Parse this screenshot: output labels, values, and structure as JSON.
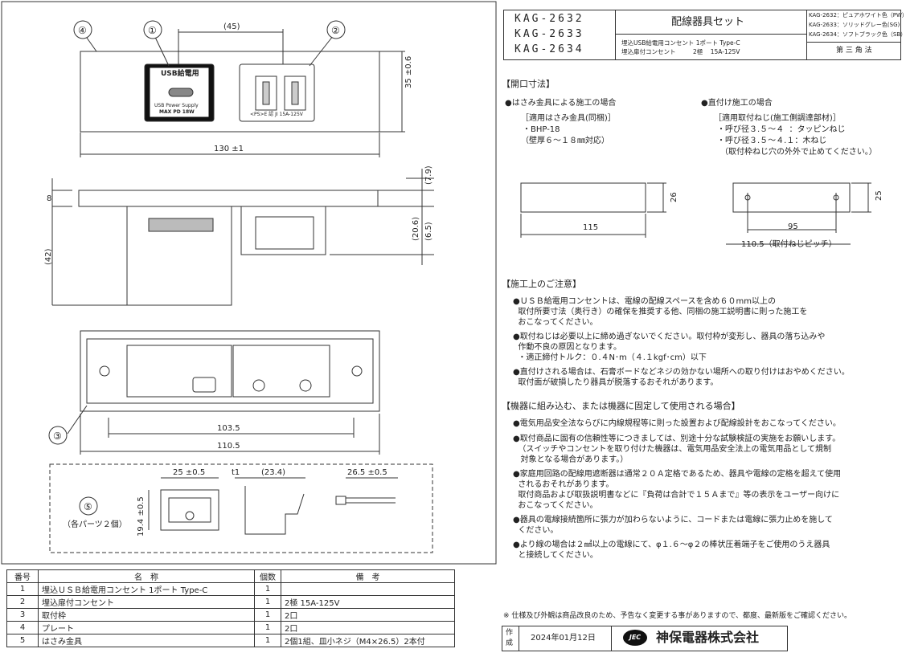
{
  "title_block": {
    "models": [
      "KAG-2632",
      "KAG-2633",
      "KAG-2634"
    ],
    "product": "配線器具セット",
    "desc1": "埋込USB給電用コンセント 1ポート Type-C",
    "desc2": "埋込扉付コンセント         2極    15A-125V",
    "variant1": "KAG-2632：ピュアホワイト色（PW）",
    "variant2": "KAG-2633：ソリッドグレー色(SG)",
    "variant3": "KAG-2634：ソフトブラック色（SB）",
    "projection": "第 三 角 法"
  },
  "drawing": {
    "balloons": [
      "①",
      "②",
      "③",
      "④",
      "⑤"
    ],
    "usb_label": "USB給電用",
    "usb_spec1": "USB Power Supply",
    "usb_spec2": "MAX PD 18W",
    "outlet_rating": "<PS>E 認 JI 15A-125V",
    "dims": {
      "d45": "(45)",
      "w130": "130 ±1",
      "h35": "35 ±0.6",
      "d79": "(7.9)",
      "d8": "8",
      "d65": "(6.5)",
      "d206": "(20.6)",
      "d42": "(42)",
      "w1035": "103.5",
      "w1105": "110.5",
      "d25": "25 ±0.5",
      "dt1": "t1",
      "d234": "(23.4)",
      "d265": "26.5 ±0.5",
      "d194": "19.4 ±0.5"
    },
    "parts_note": "（各パーツ２個）"
  },
  "opening": {
    "heading": "【開口寸法】",
    "left_title": "●はさみ金具による施工の場合",
    "left_lines": [
      "［適用はさみ金具(同梱)］",
      "・BHP-18",
      "（壁厚６～１８㎜対応）"
    ],
    "right_title": "●直付け施工の場合",
    "right_lines": [
      "［適用取付ねじ(施工側調達部材)］",
      "・呼び径３.５～４  ：タッピンねじ",
      "・呼び径３.５～４.１：木ねじ",
      "（取付枠ねじ穴の外外で止めてください。）"
    ],
    "left_w": "115",
    "left_h": "26",
    "right_w": "95",
    "right_h": "25",
    "right_pitch": "110.5（取付ねじピッチ）"
  },
  "cautions": {
    "heading": "【施工上のご注意】",
    "items": [
      "●ＵＳＢ給電用コンセントは、電線の配線スペースを含め６０mm以上の",
      "  取付所要寸法（奥行き）の確保を推奨する他、同梱の施工説明書に則った施工を",
      "  おこなってください。",
      "●取付ねじは必要以上に締め過ぎないでください。取付枠が変形し、器具の落ち込みや",
      "  作動不良の原因となります。",
      "  ・適正締付トルク：０.４N･m（４.１kgf･cm）以下",
      "●直付けされる場合は、石膏ボードなどネジの効かない場所への取り付けはおやめください。",
      "  取付面が破損したり器具が脱落するおそれがあります。"
    ]
  },
  "equipment": {
    "heading": "【機器に組み込む、または機器に固定して使用される場合】",
    "items": [
      "●電気用品安全法ならびに内線規程等に則った設置および配線設計をおこなってください。",
      "●取付商品に固有の信頼性等につきましては、別途十分な試験検証の実施をお願いします。",
      "  （スイッチやコンセントを取り付けた機器は、電気用品安全法上の電気用品として規制",
      "   対象となる場合があります。）",
      "●家庭用回路の配線用遮断器は通常２０Ａ定格であるため、器具や電線の定格を超えて使用",
      "  されるおそれがあります。",
      "  取付商品および取扱説明書などに『負荷は合計で１５Ａまで』等の表示をユーザー向けに",
      "  おこなってください。",
      "●器具の電線接続箇所に張力が加わらないように、コードまたは電線に張力止めを施して",
      "  ください。",
      "●より線の場合は２㎟以上の電線にて、φ１.６～φ２の棒状圧着端子をご使用のうえ器具",
      "  と接続してください。"
    ]
  },
  "footer_note": "※ 仕様及び外観は商品改良のため、予告なく変更する事がありますので、都度、最新版をご確認ください。",
  "parts_table": {
    "headers": [
      "番号",
      "名　称",
      "個数",
      "備　考"
    ],
    "rows": [
      [
        "1",
        "埋込ＵＳＢ給電用コンセント 1ポート Type-C",
        "1",
        ""
      ],
      [
        "2",
        "埋込扉付コンセント",
        "1",
        "2極 15A-125V"
      ],
      [
        "3",
        "取付枠",
        "1",
        "2口"
      ],
      [
        "4",
        "プレート",
        "1",
        "2口"
      ],
      [
        "5",
        "はさみ金具",
        "1",
        "2個1組、皿小ネジ（M4×26.5）2本付"
      ]
    ]
  },
  "signature": {
    "label": "作成",
    "date": "2024年01月12日",
    "company": "神保電器株式会社",
    "logo": "JEC"
  }
}
